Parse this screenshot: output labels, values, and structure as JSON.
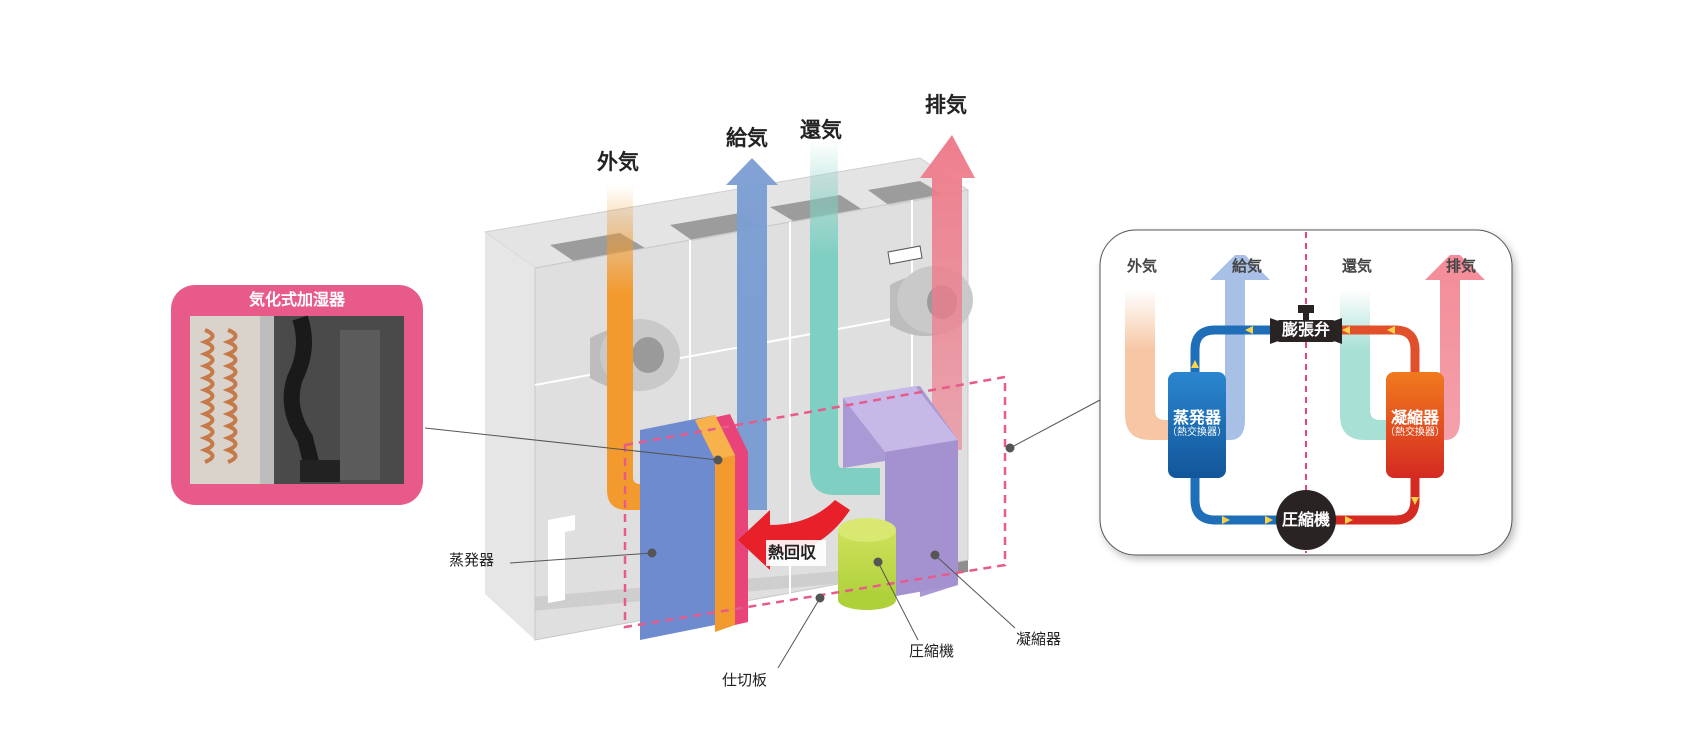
{
  "main_airflows": {
    "outside_air": "外気",
    "supply_air": "給気",
    "return_air": "還気",
    "exhaust_air": "排気"
  },
  "components": {
    "evaporator": "蒸発器",
    "partition": "仕切板",
    "compressor": "圧縮機",
    "condenser": "凝縮器",
    "heat_recovery": "熱回収"
  },
  "humidifier": {
    "title": "気化式加湿器"
  },
  "cycle": {
    "outside_air": "外気",
    "supply_air": "給気",
    "return_air": "還気",
    "exhaust_air": "排気",
    "expansion_valve": "膨張弁",
    "evaporator": "蒸発器",
    "evaporator_sub": "（熱交換器）",
    "condenser": "凝縮器",
    "condenser_sub": "（熱交換器）",
    "compressor": "圧縮機"
  },
  "colors": {
    "outside_air": "#f29a2e",
    "supply_air": "#7c9ed3",
    "return_air": "#7fd0c2",
    "exhaust_air": "#ee7d8c",
    "humidifier_frame": "#e75a8a",
    "evaporator": "#1f6fb8",
    "condenser": "#e0502a",
    "compressor": "#2a2323",
    "heat_recovery_arrow": "#e8202a"
  }
}
